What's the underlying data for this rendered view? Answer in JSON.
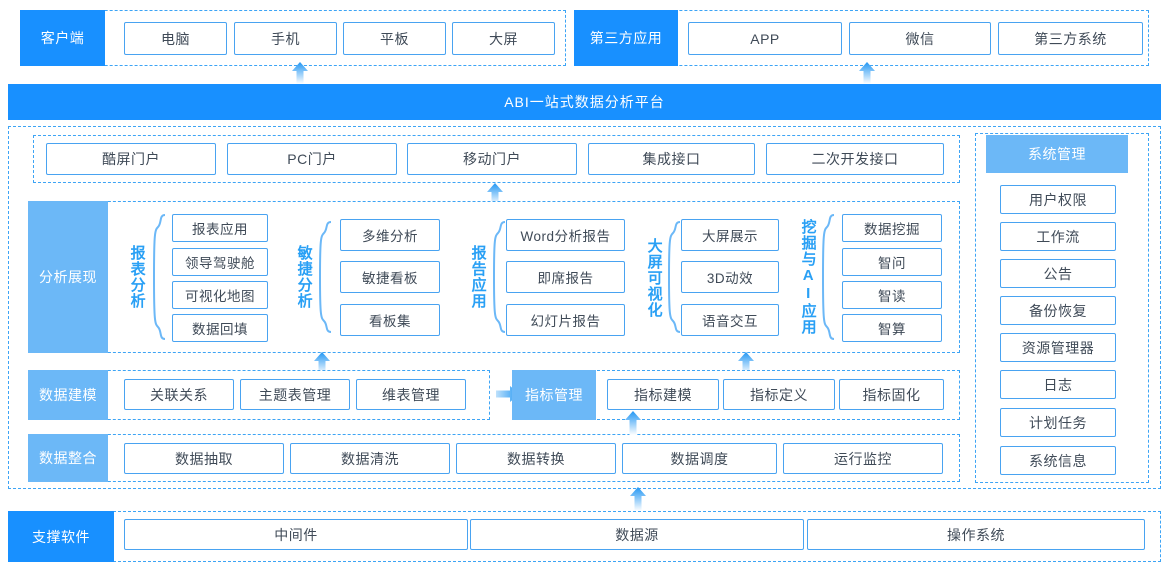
{
  "diagram": {
    "title": "ABI一站式数据分析平台",
    "colors": {
      "accent": "#1890ff",
      "accent_soft": "#6cb8f7",
      "box_border": "#49a3f1",
      "text": "#3f4a57",
      "label_text": "#29a0f5"
    }
  },
  "client_lane": {
    "label": "客户端",
    "items": [
      "电脑",
      "手机",
      "平板",
      "大屏"
    ]
  },
  "thirdparty_lane": {
    "label": "第三方应用",
    "items": [
      "APP",
      "微信",
      "第三方系统"
    ]
  },
  "portal_row": {
    "items": [
      "酷屏门户",
      "PC门户",
      "移动门户",
      "集成接口",
      "二次开发接口"
    ]
  },
  "analysis_lane": {
    "label": "分析展现",
    "groups": [
      {
        "label": "报表分析",
        "items": [
          "报表应用",
          "领导驾驶舱",
          "可视化地图",
          "数据回填"
        ]
      },
      {
        "label": "敏捷分析",
        "items": [
          "多维分析",
          "敏捷看板",
          "看板集"
        ]
      },
      {
        "label": "报告应用",
        "items": [
          "Word分析报告",
          "即席报告",
          "幻灯片报告"
        ]
      },
      {
        "label": "大屏可视化",
        "items": [
          "大屏展示",
          "3D动效",
          "语音交互"
        ]
      },
      {
        "label": "挖掘与AI应用",
        "items": [
          "数据挖掘",
          "智问",
          "智读",
          "智算"
        ]
      }
    ]
  },
  "modeling_lane": {
    "label": "数据建模",
    "items": [
      "关联关系",
      "主题表管理",
      "维表管理"
    ]
  },
  "metric_lane": {
    "label": "指标管理",
    "items": [
      "指标建模",
      "指标定义",
      "指标固化"
    ]
  },
  "integration_lane": {
    "label": "数据整合",
    "items": [
      "数据抽取",
      "数据清洗",
      "数据转换",
      "数据调度",
      "运行监控"
    ]
  },
  "system_panel": {
    "label": "系统管理",
    "items": [
      "用户权限",
      "工作流",
      "公告",
      "备份恢复",
      "资源管理器",
      "日志",
      "计划任务",
      "系统信息"
    ]
  },
  "support_lane": {
    "label": "支撑软件",
    "items": [
      "中间件",
      "数据源",
      "操作系统"
    ]
  },
  "arrows": {
    "client_up": "up-arrow",
    "thirdparty_up": "up-arrow",
    "portal_up": "up-arrow",
    "analysis_up_left": "up-arrow",
    "analysis_up_right": "up-arrow",
    "integration_up": "up-arrow",
    "support_up": "up-arrow",
    "modeling_to_metric": "right-arrow"
  }
}
